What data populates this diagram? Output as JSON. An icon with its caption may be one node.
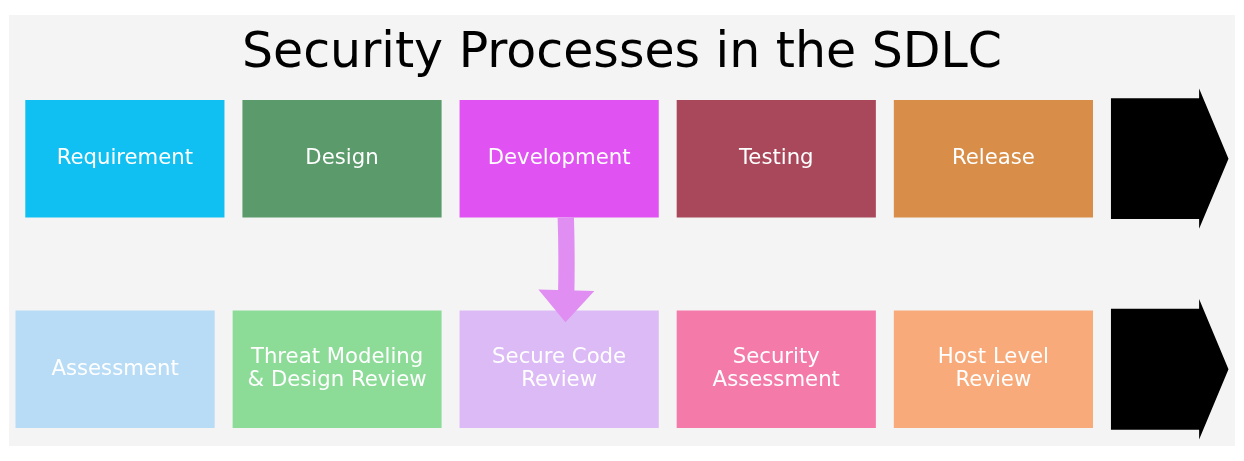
{
  "diagram": {
    "title": "Security Processes in the SDLC",
    "nodes": [
      {
        "text": [],
        "shape": "arrow"
      },
      {
        "text": [
          "Requirement"
        ]
      },
      {
        "text": [
          "Design"
        ]
      },
      {
        "text": [
          "Development"
        ]
      },
      {
        "text": [
          "Testing"
        ]
      },
      {
        "text": [
          "Release"
        ]
      },
      {
        "text": [],
        "shape": "arrow"
      },
      {
        "text": [
          "Assessment"
        ]
      },
      {
        "text": [
          "Threat Modeling & Design Review"
        ]
      },
      {
        "text": [
          "Secure Code Review"
        ]
      },
      {
        "text": [
          "Security Assessment"
        ]
      },
      {
        "text": [
          "Host Level Review"
        ]
      }
    ],
    "edges": [
      {
        "from": 3,
        "to": 9,
        "arrow": "to",
        "color": "#e08ef2"
      }
    ]
  }
}
